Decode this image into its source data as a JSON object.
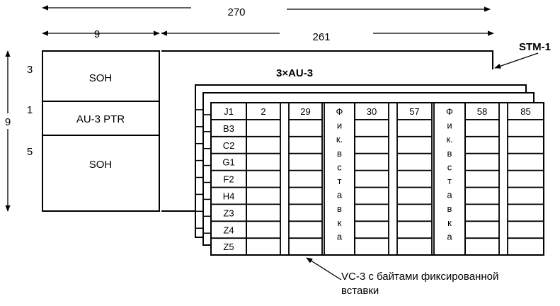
{
  "dims": {
    "total_width": "270",
    "overhead_width": "9",
    "payload_width": "261",
    "rows_total": "9",
    "soh_top_rows": "3",
    "ptr_rows": "1",
    "soh_bottom_rows": "5"
  },
  "frame": {
    "soh_top": "SOH",
    "ptr": "AU-3 PTR",
    "soh_bottom": "SOH",
    "stm_label": "STM-1",
    "au_label": "3×AU-3"
  },
  "vc3": {
    "row_labels": [
      "J1",
      "B3",
      "C2",
      "G1",
      "F2",
      "H4",
      "Z3",
      "Z4",
      "Z5"
    ],
    "col_headers": [
      "2",
      "29",
      "30",
      "57",
      "58",
      "85"
    ],
    "fixed_stuff_letters": [
      "Ф",
      "и",
      "к.",
      "в",
      "с",
      "т",
      "а",
      "в",
      "к",
      "а"
    ],
    "caption_line1": "VC-3 с байтами фиксированной",
    "caption_line2": "вставки"
  }
}
